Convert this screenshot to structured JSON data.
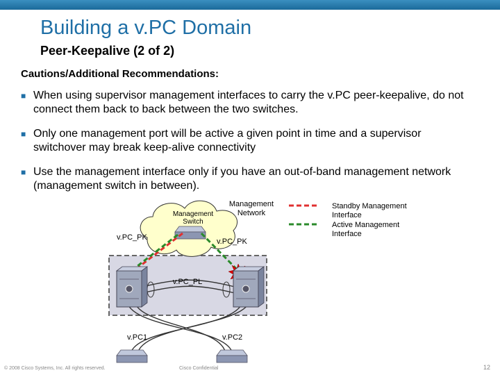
{
  "slide": {
    "title": "Building a v.PC Domain",
    "subtitle": "Peer-Keepalive (2 of 2)",
    "section_heading": "Cautions/Additional Recommendations:",
    "bullets": [
      "When using supervisor management interfaces to carry the v.PC peer-keepalive, do not connect them back to back between the two switches.",
      "Only one management port will be active a given point in time and a supervisor switchover may break keep-alive connectivity",
      "Use the management interface only if you have an out-of-band management network (management switch in between)."
    ]
  },
  "diagram": {
    "management_switch_label_1": "Management",
    "management_switch_label_2": "Switch",
    "management_network_label_1": "Management",
    "management_network_label_2": "Network",
    "vpc_pk_left": "v.PC_PK",
    "vpc_pk_right": "v.PC_PK",
    "vpc_pl": "v.PC_PL",
    "vpc1": "v.PC1",
    "vpc2": "v.PC2",
    "legend": {
      "standby_line1": "Standby Management",
      "standby_line2": "Interface",
      "active_line1": "Active Management",
      "active_line2": "Interface",
      "standby_color": "#e03030",
      "active_color": "#2a8a2a"
    }
  },
  "footer": {
    "copyright": "© 2008 Cisco Systems, Inc. All rights reserved.",
    "confidential": "Cisco Confidential",
    "page_number": "12"
  },
  "colors": {
    "accent": "#1f6fa6",
    "domain_box": "#d8d8e4"
  }
}
